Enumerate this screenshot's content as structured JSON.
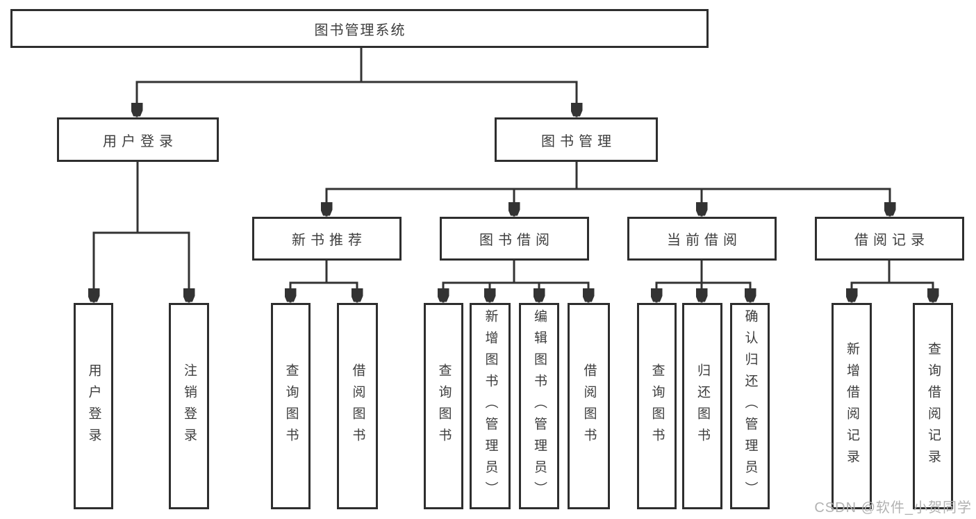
{
  "tree": {
    "label": "图书管理系统",
    "children": [
      {
        "label": "用户登录",
        "children": [
          {
            "label": "用户登录"
          },
          {
            "label": "注销登录"
          }
        ]
      },
      {
        "label": "图书管理",
        "children": [
          {
            "label": "新书推荐",
            "children": [
              {
                "label": "查询图书"
              },
              {
                "label": "借阅图书"
              }
            ]
          },
          {
            "label": "图书借阅",
            "children": [
              {
                "label": "查询图书"
              },
              {
                "label": "新增图书（管理员）"
              },
              {
                "label": "编辑图书（管理员）"
              },
              {
                "label": "借阅图书"
              }
            ]
          },
          {
            "label": "当前借阅",
            "children": [
              {
                "label": "查询图书"
              },
              {
                "label": "归还图书"
              },
              {
                "label": "确认归还（管理员）"
              }
            ]
          },
          {
            "label": "借阅记录",
            "children": [
              {
                "label": "新增借阅记录"
              },
              {
                "label": "查询借阅记录"
              }
            ]
          }
        ]
      }
    ]
  },
  "watermark": {
    "text": "CSDN @软件_小贺同学"
  },
  "colors": {
    "line": "#333333",
    "border": "#2e2e2e",
    "text": "#3d3d3d",
    "watermark": "#b2b2b2",
    "background": "#ffffff"
  }
}
